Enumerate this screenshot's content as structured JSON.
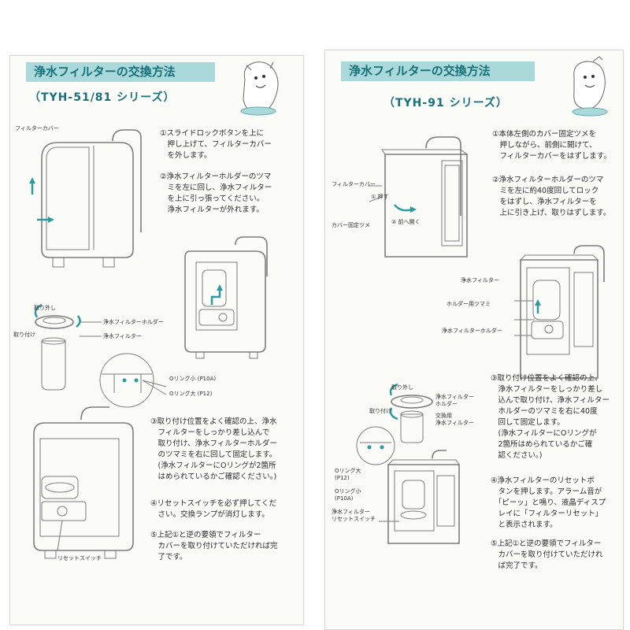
{
  "left": {
    "title": "浄水フィルターの交換方法",
    "series": "（TYH-51/81 シリーズ）",
    "steps": [
      "①スライドロックボタンを上に\n　押し上げて、フィルターカバー\n　を外します。",
      "②浄水フィルターホルダーのツマ\n　ミを左に回し、浄水フィルター\n　を上に引っ張ってください。\n　浄水フィルターが外れます。",
      "③取り付け位置をよく確認の上、浄水\n　フィルターをしっかり差し込んで\n　取り付け、浄水フィルターホルダー\n　のツマミを右に回して固定します。\n　(浄水フィルターにOリングが2箇所\n　はめられているかご確認ください。)",
      "④リセットスイッチを必ず押してくだ\n　さい。交換ランプが消灯します。",
      "⑤上記①と逆の要領でフィルター\n　カバーを取り付けていただければ完\n　了です。"
    ],
    "labels": {
      "filter_cover": "フィルターカバー",
      "remove": "取り外し",
      "attach": "取り付け",
      "holder": "浄水フィルターホルダー",
      "filter": "浄水フィルター",
      "oring_small": "Oリング小 (P10A)",
      "oring_large": "Oリング大 (P12)",
      "reset_switch": "リセットスイッチ"
    }
  },
  "right": {
    "title": "浄水フィルターの交換方法",
    "series": "（TYH-91 シリーズ）",
    "steps": [
      "①本体左側のカバー固定ツメを\n　押しながら、前側に開けて、\n　フィルターカバーをはずします。",
      "②浄水フィルターホルダーのツマ\n　ミを左に約40度回してロック\n　をはずし、浄水フィルターを\n　上に引き上げ、取りはずします。",
      "③取り付け位置をよく確認の上、\n　浄水フィルターをしっかり差し\n　込んで取り付け、浄水フィルター\n　ホルダーのツマミを右に40度\n　回して固定します。\n　(浄水フィルターにOリングが\n　2箇所はめられているかご確\n　認ください。)",
      "④浄水フィルターのリセットボ\n　タンを押します。アラーム音が\n　「ピーッ」と鳴り、液晶ディスプ\n　レイに「フィルターリセット」\n　と表示されます。",
      "⑤上記①と逆の要領でフィルター\n　カバーを取り付けていただけれ\n　ば完了です。"
    ],
    "labels": {
      "filter_cover": "フィルターカバー",
      "push": "① 押す",
      "cover_clip": "カバー固定ツメ",
      "open_front": "② 前へ開く",
      "filter": "浄水フィルター",
      "holder_knob": "ホルダー用ツマミ",
      "holder": "浄水フィルターホルダー",
      "remove": "取り外し",
      "attach": "取り付け",
      "holder2": "浄水フィルター\nホルダー",
      "replacement": "交換用\n浄水フィルター",
      "oring_large": "Oリング大\n(P12)",
      "oring_small": "Oリング小\n(P10A)",
      "reset_switch": "浄水フィルター\nリセットスイッチ"
    }
  },
  "colors": {
    "banner": "#a9d9da",
    "banner_text": "#17707a",
    "arrow": "#2d9aa0"
  },
  "icons": [
    "mascot-icon",
    "purifier-illustration",
    "arrow-icon"
  ]
}
